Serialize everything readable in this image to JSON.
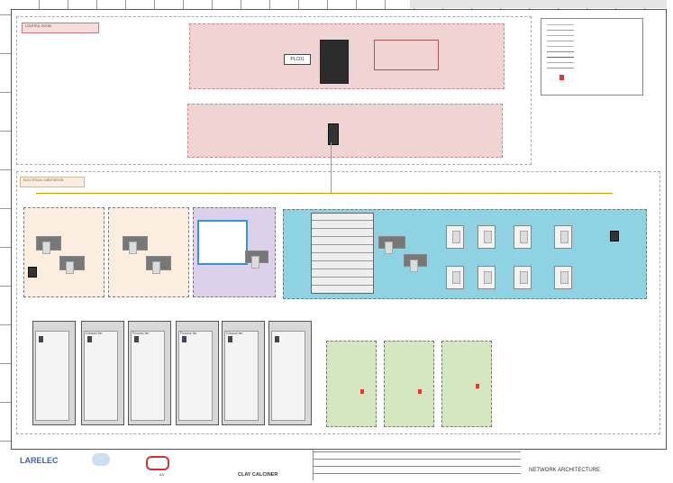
{
  "diagram": {
    "title_label": "NETWORK ARCHITECTURE",
    "project_name": "CLAY CALCINER",
    "control_room_label": "CONTROL ROOM",
    "plc_label": "PLC01",
    "electrical_room_label": "ELECTRICAL SUBSTATION",
    "vfd_cabinets": [
      {
        "label": "Exhaust fan"
      },
      {
        "label": "Process fan"
      },
      {
        "label": "Process fan"
      },
      {
        "label": "Exhaust fan"
      }
    ],
    "title_block": {
      "company": "LARELEC",
      "sheet": "A3"
    }
  },
  "colors": {
    "pink_zone": "#f0d4d4",
    "peach_zone": "#fbeee0",
    "purple_zone": "#ddd0ea",
    "teal_zone": "#8fd3e3",
    "green_zone": "#d5e7c1",
    "wire": "#c9a200",
    "marker_red": "#e33"
  },
  "icons": [
    "plc-rack-icon",
    "network-switch-icon",
    "vfd-cabinet-icon",
    "drive-module-icon",
    "workstation-icon",
    "red-marker-icon",
    "logo-icon"
  ]
}
